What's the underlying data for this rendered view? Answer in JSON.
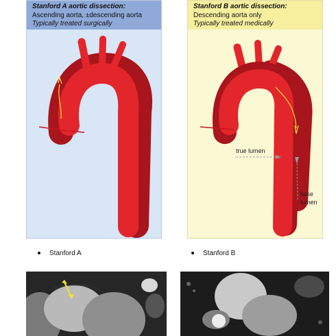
{
  "panel_a": {
    "title": "Stanford A aortic dissection:",
    "line2": "Ascending aorta, ±descending aorta",
    "line3": "Typically treated surgically"
  },
  "panel_b": {
    "title": "Stanford B aortic dissection:",
    "line2": "Descending aorta only",
    "line3": "Typically treated medically",
    "true_lumen_label": "true lumen",
    "false_lumen_label_1": "false",
    "false_lumen_label_2": "lumen"
  },
  "bullets": [
    "Stanford A",
    "Stanford B"
  ],
  "colors": {
    "aorta": "#e3262b",
    "aorta_dark": "#a8151c",
    "flap": "#f2e233",
    "panel_a_header": "#8fa9d8",
    "panel_b_header": "#f5ef9e"
  }
}
